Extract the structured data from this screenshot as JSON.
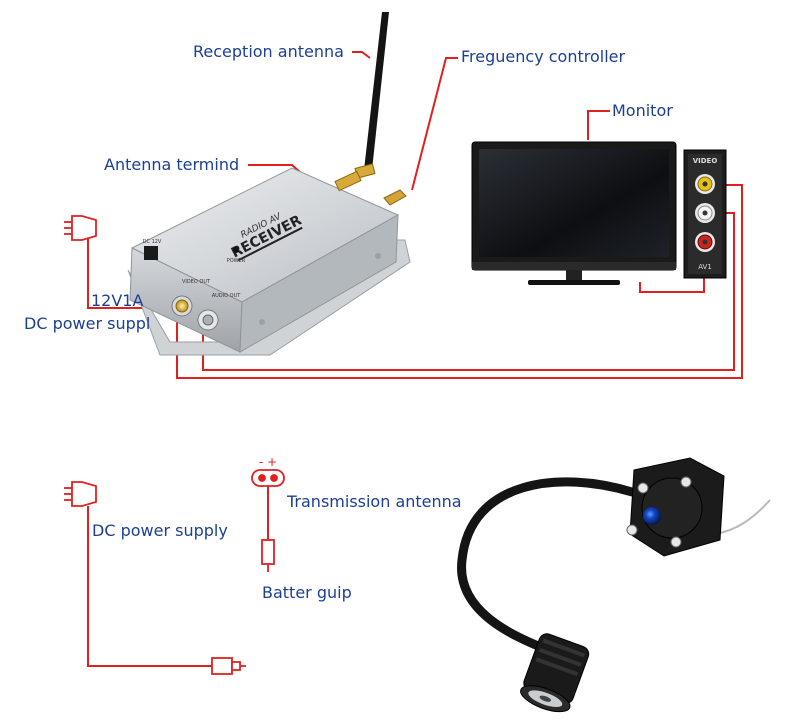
{
  "labels": {
    "reception_antenna": "Reception antenna",
    "frequency_controller": "Freguency controller",
    "monitor": "Monitor",
    "antenna_terminal": "Antenna termind",
    "power_rating": "12V1A",
    "dc_power_top": "DC power suppl",
    "dc_power_bottom": "DC power supply",
    "transmission_antenna": "Transmission antenna",
    "battery_clip": "Batter guip",
    "polarity": "- +"
  },
  "device": {
    "brand_line1": "RADIO AV",
    "brand_line2": "RECEIVER",
    "power_led": "POWER",
    "dc_port": "DC 12V",
    "video_out": "VIDEO OUT",
    "audio_out": "AUDIO OUT"
  },
  "monitor": {
    "panel_header": "VIDEO",
    "panel_footer": "AV1"
  },
  "colors": {
    "label_text": "#1c3f95",
    "wire": "#e0201f",
    "receiver_body": "#c9cdd1",
    "tv_body": "#1a1a1a"
  }
}
